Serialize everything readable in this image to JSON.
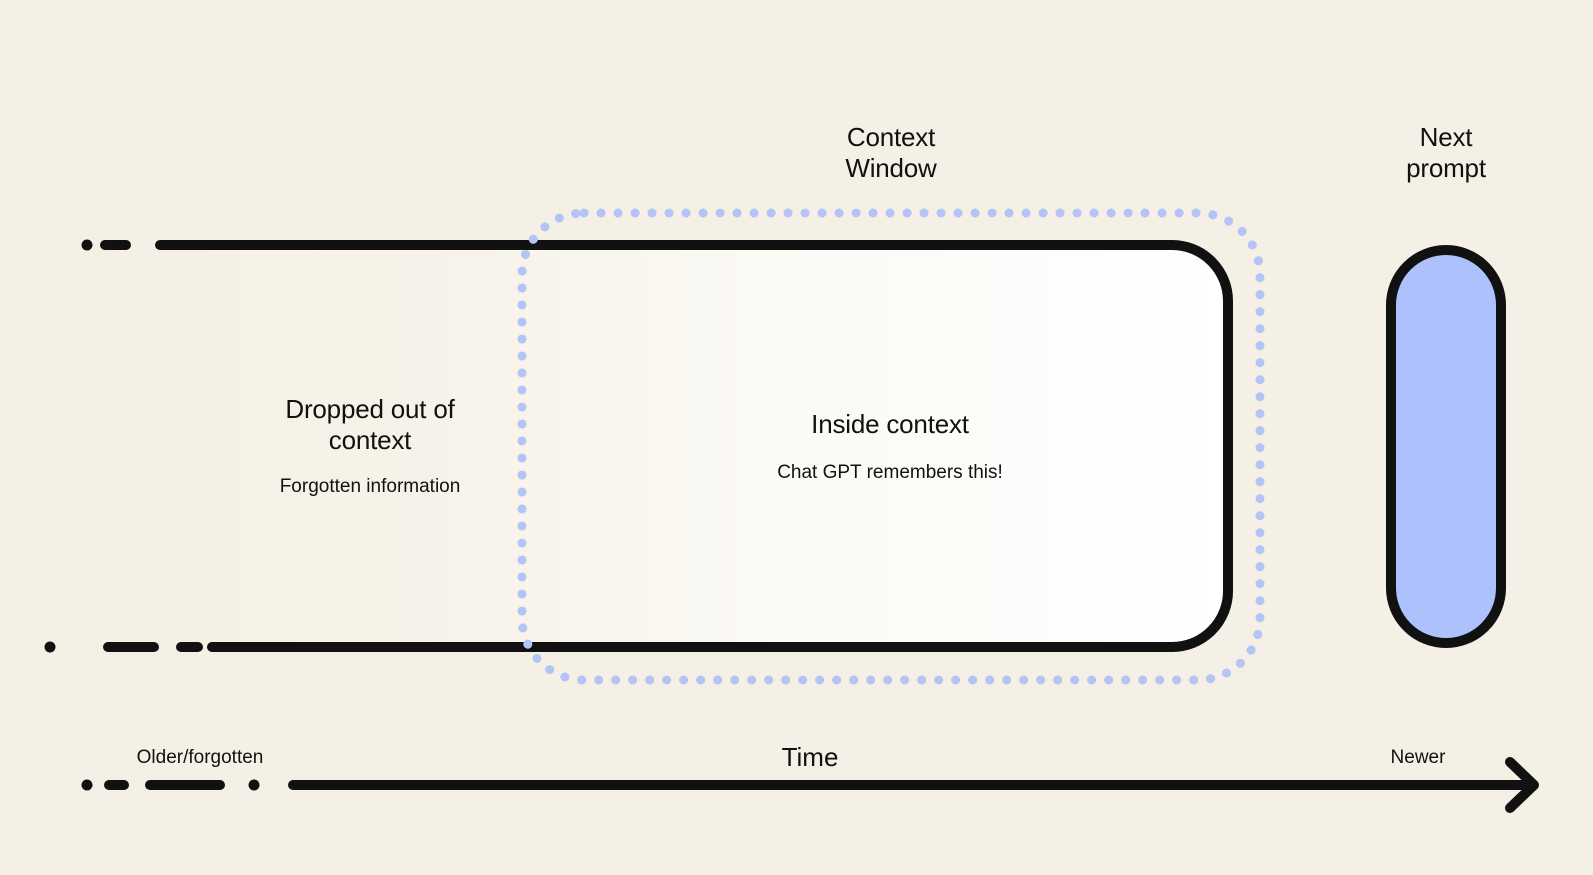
{
  "labels": {
    "context_window": "Context\nWindow",
    "next_prompt": "Next\nprompt",
    "dropped_title": "Dropped out of\ncontext",
    "dropped_sub": "Forgotten information",
    "inside_title": "Inside context",
    "inside_sub": "Chat GPT remembers this!",
    "older": "Older/forgotten",
    "time": "Time",
    "newer": "Newer"
  },
  "colors": {
    "background": "#f5f0e5",
    "stroke": "#111111",
    "dotted_window": "#b3c5f5",
    "next_prompt_fill": "#adc2fc",
    "inside_fill": "#ffffff"
  }
}
